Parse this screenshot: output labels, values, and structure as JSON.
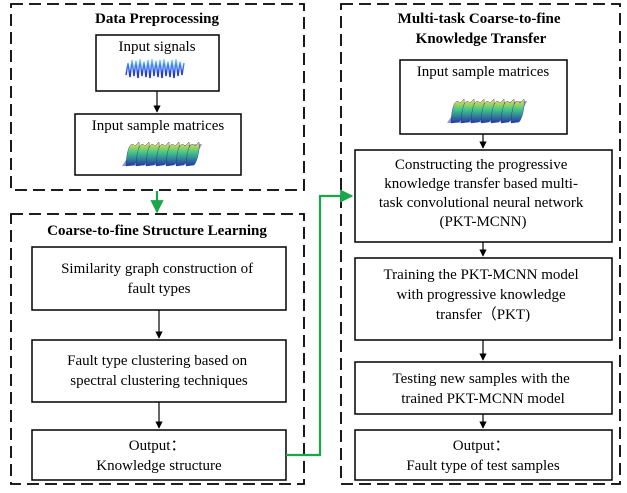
{
  "left_panel_top": {
    "title": "Data Preprocessing",
    "box_input_signals": "Input signals",
    "box_input_matrices": "Input sample matrices"
  },
  "left_panel_bottom": {
    "title": "Coarse-to-fine Structure Learning",
    "box_similarity": [
      "Similarity graph construction of",
      "fault types"
    ],
    "box_clustering": [
      "Fault type clustering based on",
      "spectral clustering techniques"
    ],
    "box_output": [
      "Output：",
      "Knowledge structure"
    ]
  },
  "right_panel": {
    "title": [
      "Multi-task Coarse-to-fine",
      "Knowledge Transfer"
    ],
    "box_input_matrices": "Input sample matrices",
    "box_constructing": [
      "Constructing the progressive",
      "knowledge transfer based multi-",
      "task convolutional neural network",
      "(PKT-MCNN)"
    ],
    "box_training": [
      "Training the PKT-MCNN model",
      "with progressive knowledge",
      "transfer（PKT)"
    ],
    "box_testing": [
      "Testing new samples with the",
      "trained PKT-MCNN model"
    ],
    "box_output": [
      "Output：",
      "Fault type of test samples"
    ]
  },
  "colors": {
    "connector_green": "#1aa64a",
    "arrow_black": "#000000"
  },
  "icons": {
    "signal": "signal-waveform-icon",
    "matrix": "matrix-surface-icon"
  }
}
